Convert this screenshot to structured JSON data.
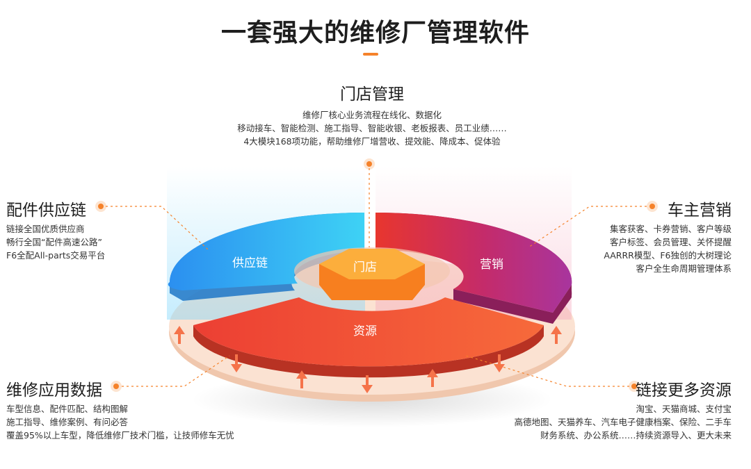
{
  "title": "一套强大的维修厂管理软件",
  "sections": {
    "store": {
      "heading": "门店管理",
      "lines": [
        "维修厂核心业务流程在线化、数据化",
        "移动接车、智能检测、施工指导、智能收银、老板报表、员工业绩……",
        "4大模块168项功能，帮助维修厂增营收、提效能、降成本、促体验"
      ]
    },
    "supply": {
      "heading": "配件供应链",
      "lines": [
        "链接全国优质供应商",
        "畅行全国“配件高速公路”",
        "F6全配All-parts交易平台"
      ]
    },
    "marketing": {
      "heading": "车主营销",
      "lines": [
        "集客获客、卡券营销、客户等级",
        "客户标签、会员管理、关怀提醒",
        "AARRR模型、F6独创的大树理论",
        "客户全生命周期管理体系"
      ]
    },
    "data": {
      "heading": "维修应用数据",
      "lines": [
        "车型信息、配件匹配、结构图解",
        "施工指导、维修案例、有问必答",
        "覆盖95%以上车型，降低维修厂技术门槛，让技师修车无忧"
      ]
    },
    "resources": {
      "heading": "链接更多资源",
      "lines": [
        "淘宝、天猫商城、支付宝",
        "高德地图、天猫养车、汽车电子健康档案、保险、二手车",
        "财务系统、办公系统……持续资源导入、更大未来"
      ]
    }
  },
  "diagram": {
    "segment_supply": "供应链",
    "segment_marketing": "营销",
    "segment_resources": "资源",
    "segment_store": "门店"
  },
  "colors": {
    "accent": "#f5822a",
    "supply": "#2d9cf0",
    "marketing": "#c0296e",
    "resources": "#ee4a35",
    "store": "#fb9a2c",
    "base": "#f6d6c2"
  }
}
